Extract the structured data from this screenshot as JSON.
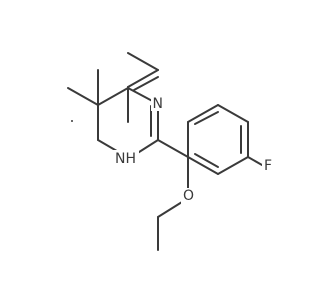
{
  "molecule": {
    "atoms": {
      "n_ring": "N",
      "nh": "NH",
      "o": "O",
      "f": "F"
    }
  }
}
